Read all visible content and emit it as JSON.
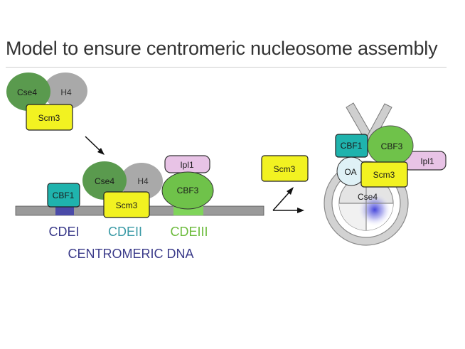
{
  "title": "Model to ensure centromeric nucleosome assembly",
  "proteins": {
    "cse4": "Cse4",
    "h4": "H4",
    "scm3": "Scm3",
    "cbf1": "CBF1",
    "cbf3": "CBF3",
    "ipl1": "Ipl1",
    "oa": "OA"
  },
  "dna_regions": {
    "cdei": "CDEI",
    "cdeii": "CDEII",
    "cdeiii": "CDEIII",
    "centromeric_dna": "CENTROMERIC DNA"
  },
  "colors": {
    "cse4_green": "#5a9a4e",
    "h4_gray": "#a9a9a9",
    "scm3_yellow": "#f2f221",
    "cbf1_teal": "#1fb3ad",
    "cbf3_green": "#6fc24a",
    "ipl1_pink": "#e8c3e6",
    "cdei_color": "#3b3b8a",
    "cdeii_color": "#3a9aa6",
    "cdeiii_color": "#6cbb3c"
  }
}
